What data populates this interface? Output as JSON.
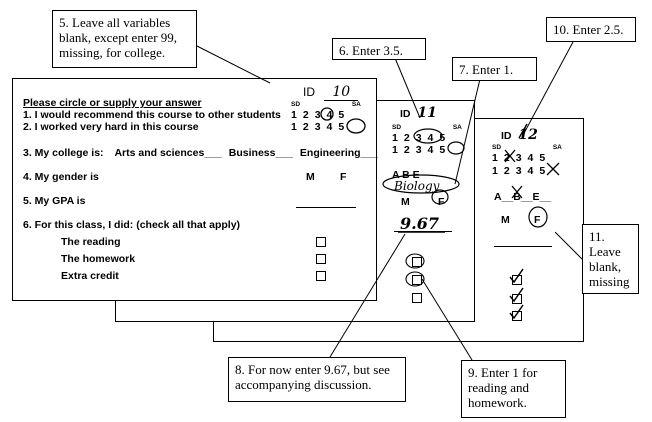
{
  "callouts": {
    "c5": "5. Leave all variables blank, except enter 99, missing, for college.",
    "c6": "6. Enter 3.5.",
    "c7": "7. Enter 1.",
    "c10": "10. Enter 2.5.",
    "c11": "11. Leave blank, missing",
    "c8": "8. For now enter 9.67, but see accompanying discussion.",
    "c9": "9. Enter 1 for reading and homework."
  },
  "form": {
    "id_label": "ID",
    "id_value": "10",
    "instructions": "Please circle or supply your answer",
    "scale_sd": "SD",
    "scale_sa": "SA",
    "q1": "1. I would recommend this course to other students",
    "q2": "2. I worked very hard in this course",
    "scale_nums": [
      "1",
      "2",
      "3",
      "4",
      "5"
    ],
    "q3": "3. My college is:",
    "college_options": [
      "Arts and sciences___",
      "Business___",
      "Engineering___"
    ],
    "q4": "4. My gender is",
    "gender_m": "M",
    "gender_f": "F",
    "q5": "5. My GPA is",
    "q6": "6. For this class, I did: (check all that apply)",
    "activities": [
      "The reading",
      "The homework",
      "Extra credit"
    ]
  },
  "sheet2": {
    "id_label": "ID",
    "id_value": "11",
    "college_abe": "A   B   E",
    "college_written": "Biology",
    "gender_m": "M",
    "gender_f": "F",
    "gpa_written": "9.67"
  },
  "sheet3": {
    "id_label": "ID",
    "id_value": "12",
    "college_abe": "A__B__E__",
    "gender_m": "M",
    "gender_f": "F"
  }
}
